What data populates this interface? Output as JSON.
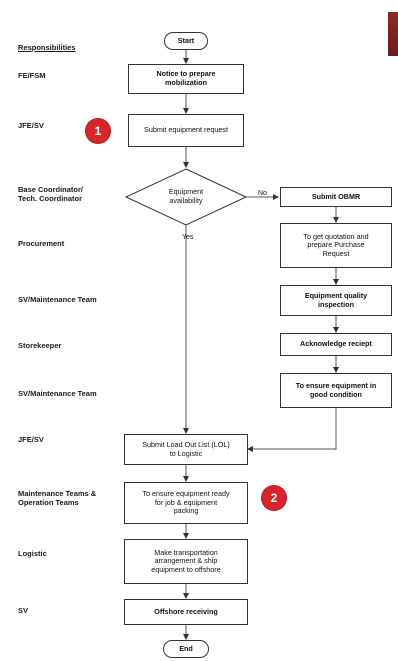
{
  "responsibilities_header": "Responsibilities",
  "roles": {
    "fe_fsm": "FE/FSM",
    "jfe_sv_1": "JFE/SV",
    "base_coordinator": "Base Coordinator/\nTech. Coordinator",
    "procurement": "Procurement",
    "sv_maintenance_1": "SV/Maintenance Team",
    "storekeeper": "Storekeeper",
    "sv_maintenance_2": "SV/Maintenance Team",
    "jfe_sv_2": "JFE/SV",
    "maintenance_operation": "Maintenance Teams &\nOperation Teams",
    "logistic": "Logistic",
    "sv": "SV"
  },
  "nodes": {
    "start": "Start",
    "notice": "Notice to prepare\nmobilization",
    "submit_request": "Submit equipment request",
    "decision": "Equipment\navailability",
    "submit_obmr": "Submit OBMR",
    "quotation": "To get quotation and\nprepare Purchase\nRequest",
    "quality": "Equipment quality\ninspection",
    "acknowledge": "Acknowledge reciept",
    "good_condition": "To ensure equipment in\ngood condition",
    "load_out": "Submit Load Out List (LOL)\nto Logistic",
    "ready": "To ensure equipment ready\nfor job & equipment\npacking",
    "transport": "Make transportation\narrangement & ship\nequipment to offshore",
    "offshore": "Offshore receiving",
    "end": "End"
  },
  "edge_labels": {
    "no": "No",
    "yes": "Yes"
  },
  "badges": {
    "one": "1",
    "two": "2"
  },
  "colors": {
    "badge": "#d9242a",
    "logo": "#8f2a24"
  }
}
